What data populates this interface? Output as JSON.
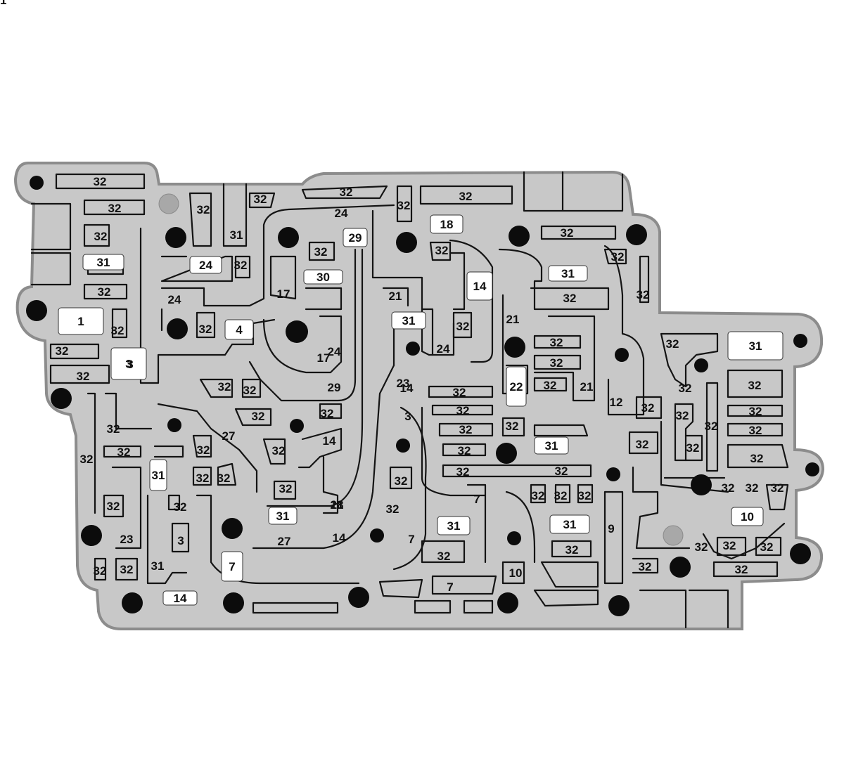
{
  "plate": {
    "body_color": "#c8c8c8",
    "outline_color": "#8c8c8c",
    "groove_color": "#141414",
    "badge_color": "#ffffff"
  },
  "badges": [
    "1",
    "3",
    "4",
    "7",
    "10",
    "14",
    "14",
    "18",
    "22",
    "24",
    "29",
    "30",
    "31",
    "31",
    "31",
    "31",
    "31",
    "31",
    "31",
    "31",
    "31"
  ],
  "labels": [
    "32",
    "32",
    "32",
    "32",
    "32",
    "32",
    "32",
    "32",
    "32",
    "32",
    "32",
    "32",
    "32",
    "32",
    "32",
    "32",
    "32",
    "32",
    "32",
    "32",
    "32",
    "32",
    "32",
    "32",
    "32",
    "32",
    "32",
    "32",
    "32",
    "32",
    "32",
    "32",
    "32",
    "32",
    "32",
    "32",
    "32",
    "32",
    "32",
    "32",
    "32",
    "32",
    "32",
    "32",
    "32",
    "32",
    "32",
    "32",
    "32",
    "32",
    "32",
    "32",
    "32",
    "32",
    "32",
    "32",
    "32",
    "32",
    "32",
    "32",
    "32",
    "32",
    "32",
    "32",
    "32",
    "32",
    "32",
    "32",
    "32",
    "32",
    "32",
    "32",
    "32",
    "31",
    "31",
    "24",
    "24",
    "24",
    "24",
    "17",
    "17",
    "29",
    "21",
    "21",
    "21",
    "21",
    "23",
    "23",
    "14",
    "14",
    "14",
    "27",
    "27",
    "3",
    "3",
    "3",
    "7",
    "7",
    "7",
    "9",
    "10",
    "12",
    "18",
    "21"
  ]
}
